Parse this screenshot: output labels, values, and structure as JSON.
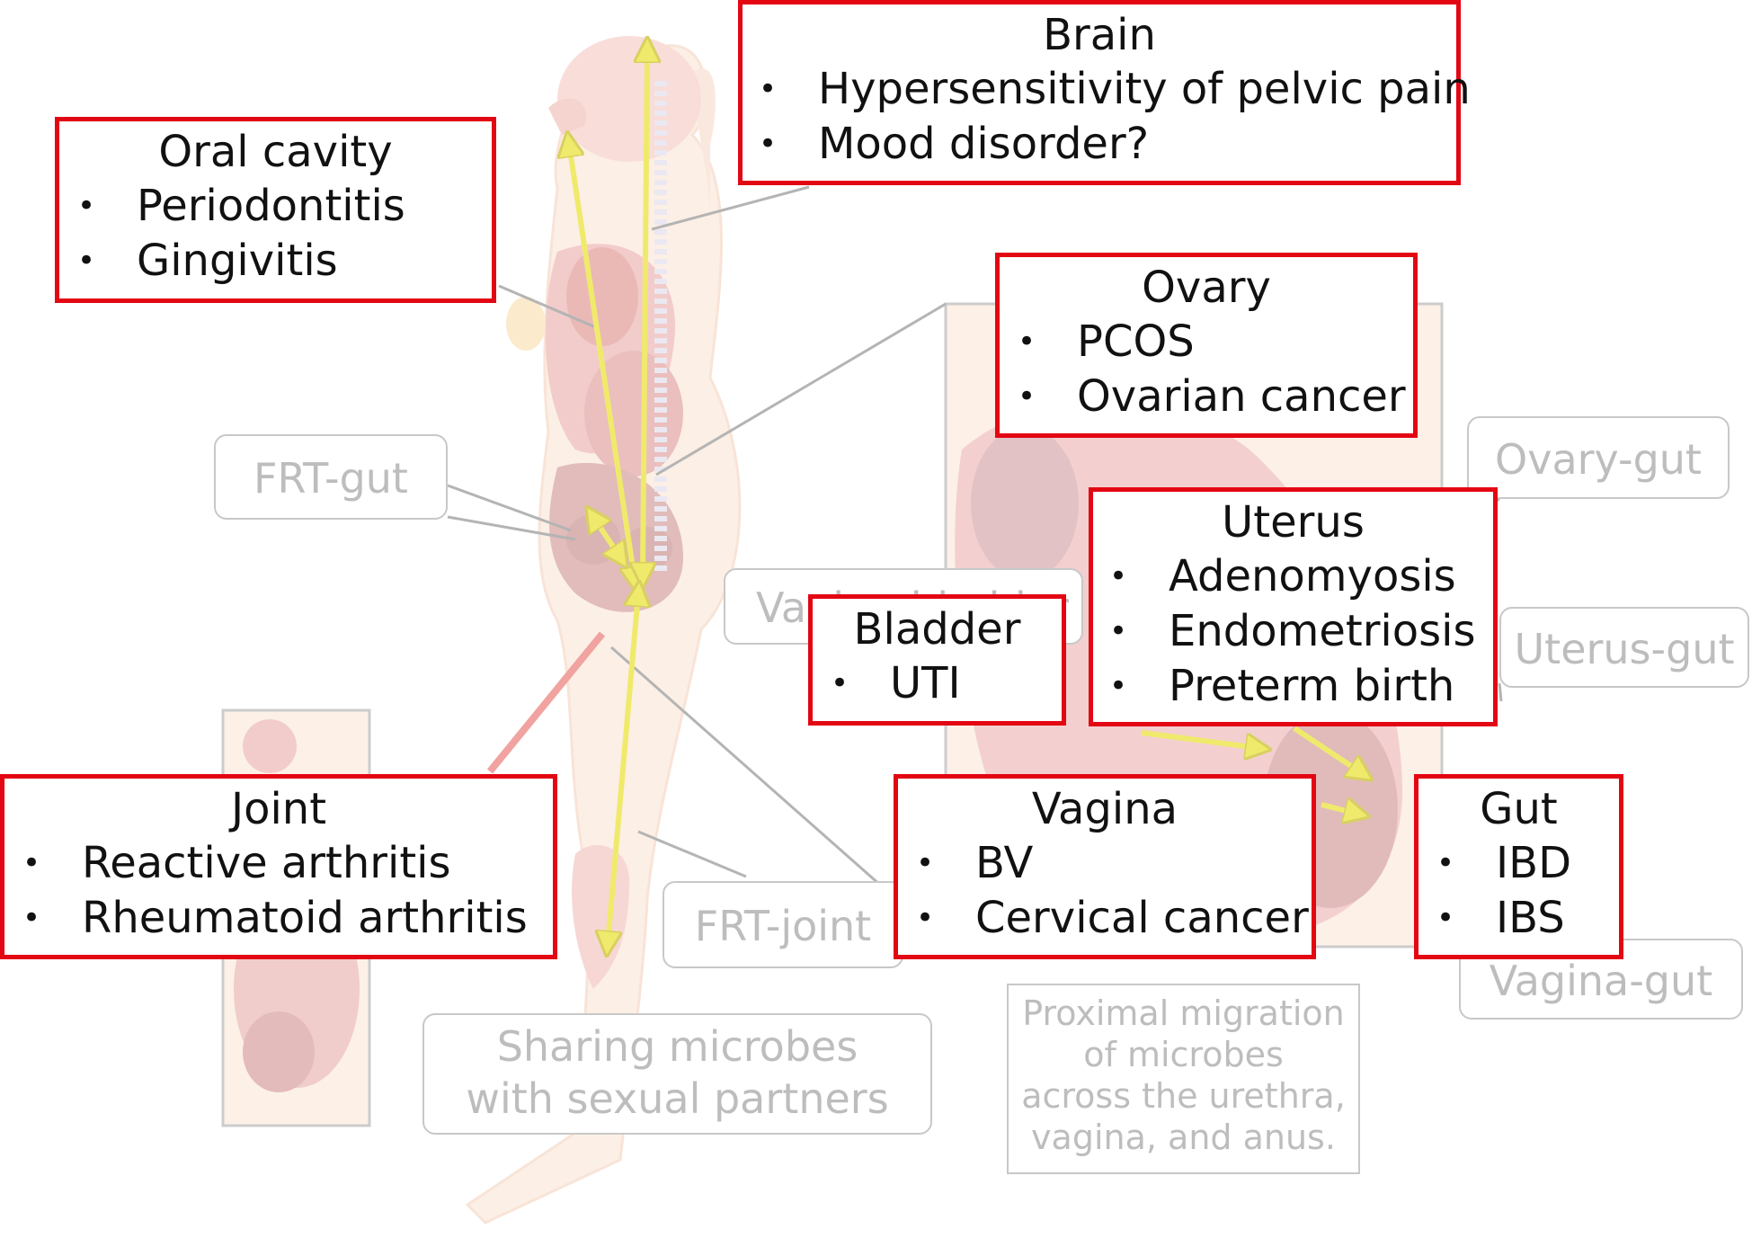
{
  "organs": {
    "brain": {
      "title": "Brain",
      "items": [
        "Hypersensitivity of pelvic pain",
        "Mood disorder?"
      ]
    },
    "oral": {
      "title": "Oral cavity",
      "items": [
        "Periodontitis",
        "Gingivitis"
      ]
    },
    "ovary": {
      "title": "Ovary",
      "items": [
        "PCOS",
        "Ovarian cancer"
      ]
    },
    "uterus": {
      "title": "Uterus",
      "items": [
        "Adenomyosis",
        "Endometriosis",
        "Preterm birth"
      ]
    },
    "bladder": {
      "title": "Bladder",
      "items": [
        "UTI"
      ]
    },
    "joint": {
      "title": "Joint",
      "items": [
        "Reactive arthritis",
        "Rheumatoid arthritis"
      ]
    },
    "vagina": {
      "title": "Vagina",
      "items": [
        "BV",
        "Cervical cancer"
      ]
    },
    "gut": {
      "title": "Gut",
      "items": [
        "IBD",
        "IBS"
      ]
    }
  },
  "axes": {
    "frt_gut": "FRT-gut",
    "ovary_gut": "Ovary-gut",
    "uterus_gut": "Uterus-gut",
    "vagina_bladder": "Vagina-bladder",
    "frt_joint": "FRT-joint",
    "vagina_gut": "Vagina-gut"
  },
  "notes": {
    "sharing_1": "Sharing microbes",
    "sharing_2": "with sexual partners",
    "migration_1": "Proximal migration",
    "migration_2": "of microbes",
    "migration_3": "across the urethra,",
    "migration_4": "vagina, and anus."
  },
  "colors": {
    "box_border": "#e30613",
    "arrow": "#f5f08a",
    "faded_text": "#bdbdbd"
  }
}
